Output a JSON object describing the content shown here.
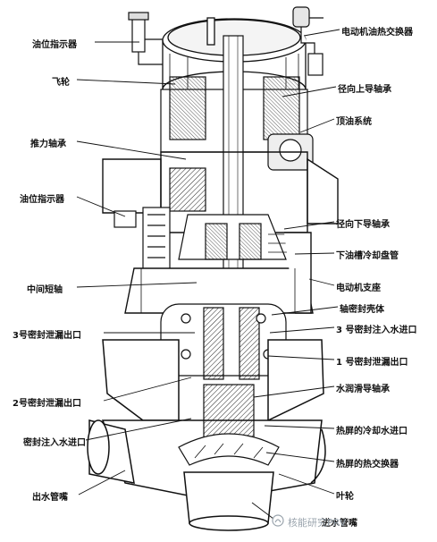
{
  "labels": {
    "oil_level_indicator_top": "油位指示器",
    "flywheel": "飞轮",
    "thrust_bearing": "推力轴承",
    "oil_level_indicator_mid": "油位指示器",
    "intermediate_shaft": "中间短轴",
    "seal3_leak_outlet": "3号密封泄漏出口",
    "seal2_leak_outlet": "2号密封泄漏出口",
    "seal_injection_inlet": "密封注入水进口",
    "discharge_nozzle": "出水管嘴",
    "motor_oil_heat_exchanger": "电动机油热交换器",
    "radial_upper_guide_bearing": "径向上导轴承",
    "oil_lift_system": "顶油系统",
    "radial_lower_guide_bearing": "径向下导轴承",
    "lower_oil_cooling_coil": "下油槽冷却盘管",
    "motor_support": "电动机支座",
    "shaft_seal_housing": "轴密封壳体",
    "seal3_injection_inlet": "3 号密封注入水进口",
    "seal1_leak_outlet": "1 号密封泄漏出口",
    "water_lubricated_guide_bearing": "水润滑导轴承",
    "thermal_barrier_cooling_inlet": "热屏的冷却水进口",
    "thermal_barrier_heat_exchanger": "热屏的热交换器",
    "impeller": "叶轮",
    "suction_nozzle": "进水管嘴"
  },
  "watermark": "核能研究PRV",
  "colors": {
    "ink": "#111111",
    "shade": "#555555",
    "watermark": "#9aa4ad"
  }
}
